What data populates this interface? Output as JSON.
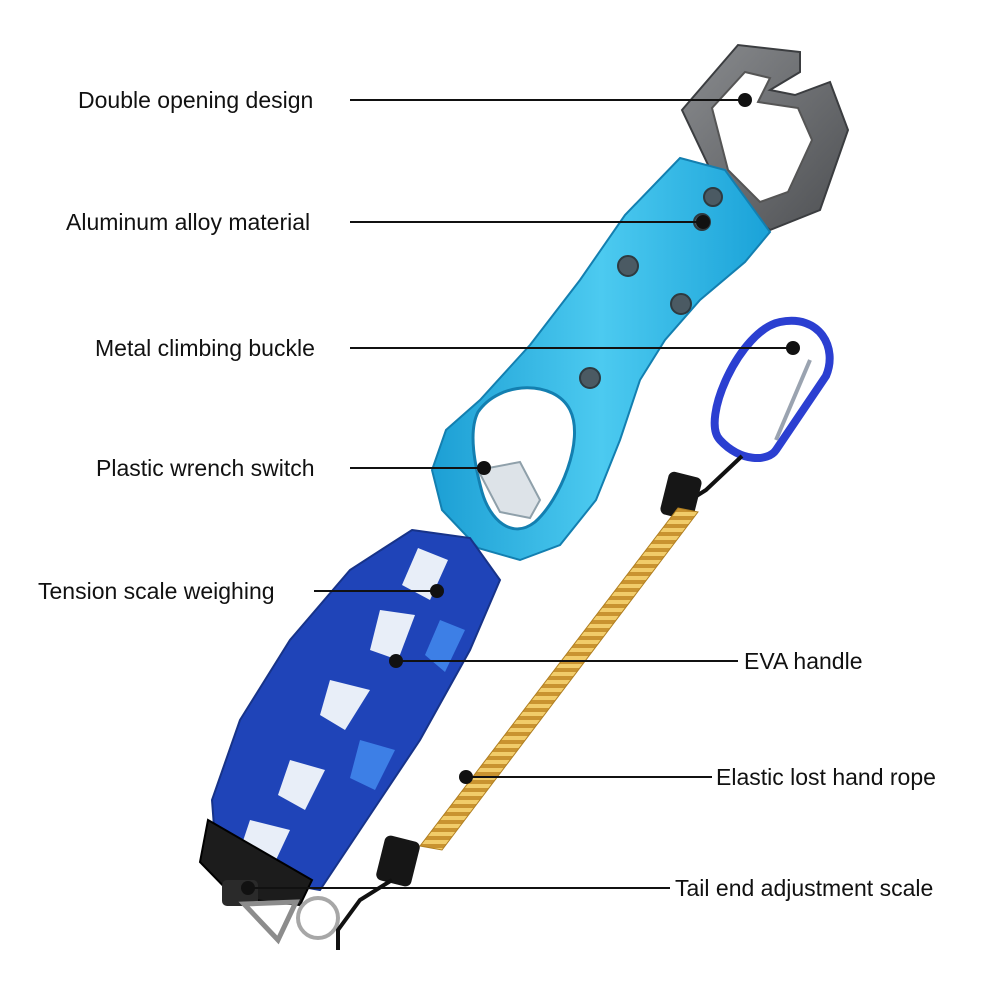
{
  "callouts": {
    "double_opening": "Double opening design",
    "aluminum": "Aluminum alloy material",
    "buckle": "Metal climbing buckle",
    "wrench": "Plastic wrench switch",
    "tension": "Tension scale weighing",
    "eva": "EVA handle",
    "rope": "Elastic lost hand rope",
    "tail": "Tail end adjustment scale"
  },
  "colors": {
    "jaw": "#6b6d70",
    "body": "#29b6e6",
    "handle_blue": "#1f44b8",
    "handle_white": "#e8eef8",
    "carabiner": "#2b3fd1",
    "coil": "#e2b24a",
    "leader_line": "#111111"
  }
}
